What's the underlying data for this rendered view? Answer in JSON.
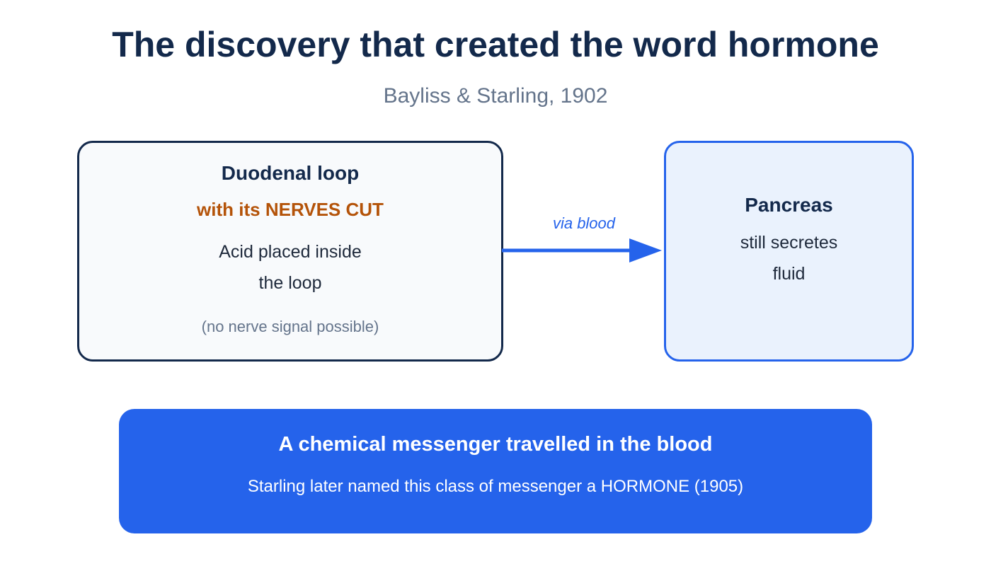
{
  "title": "The discovery that created the word hormone",
  "subtitle": "Bayliss & Starling, 1902",
  "left_box": {
    "heading": "Duodenal loop",
    "warning": "with its NERVES CUT",
    "line1": "Acid placed inside",
    "line2": "the loop",
    "note": "(no nerve signal possible)"
  },
  "connector": {
    "label": "via blood"
  },
  "right_box": {
    "heading": "Pancreas",
    "line1": "still secretes",
    "line2": "fluid"
  },
  "banner": {
    "title": "A chemical messenger travelled in the blood",
    "text": "Starling later named this class of messenger a HORMONE (1905)"
  },
  "colors": {
    "navy": "#13294b",
    "accent_blue": "#2563eb",
    "warning_orange": "#b45309",
    "muted_gray": "#64748b"
  }
}
